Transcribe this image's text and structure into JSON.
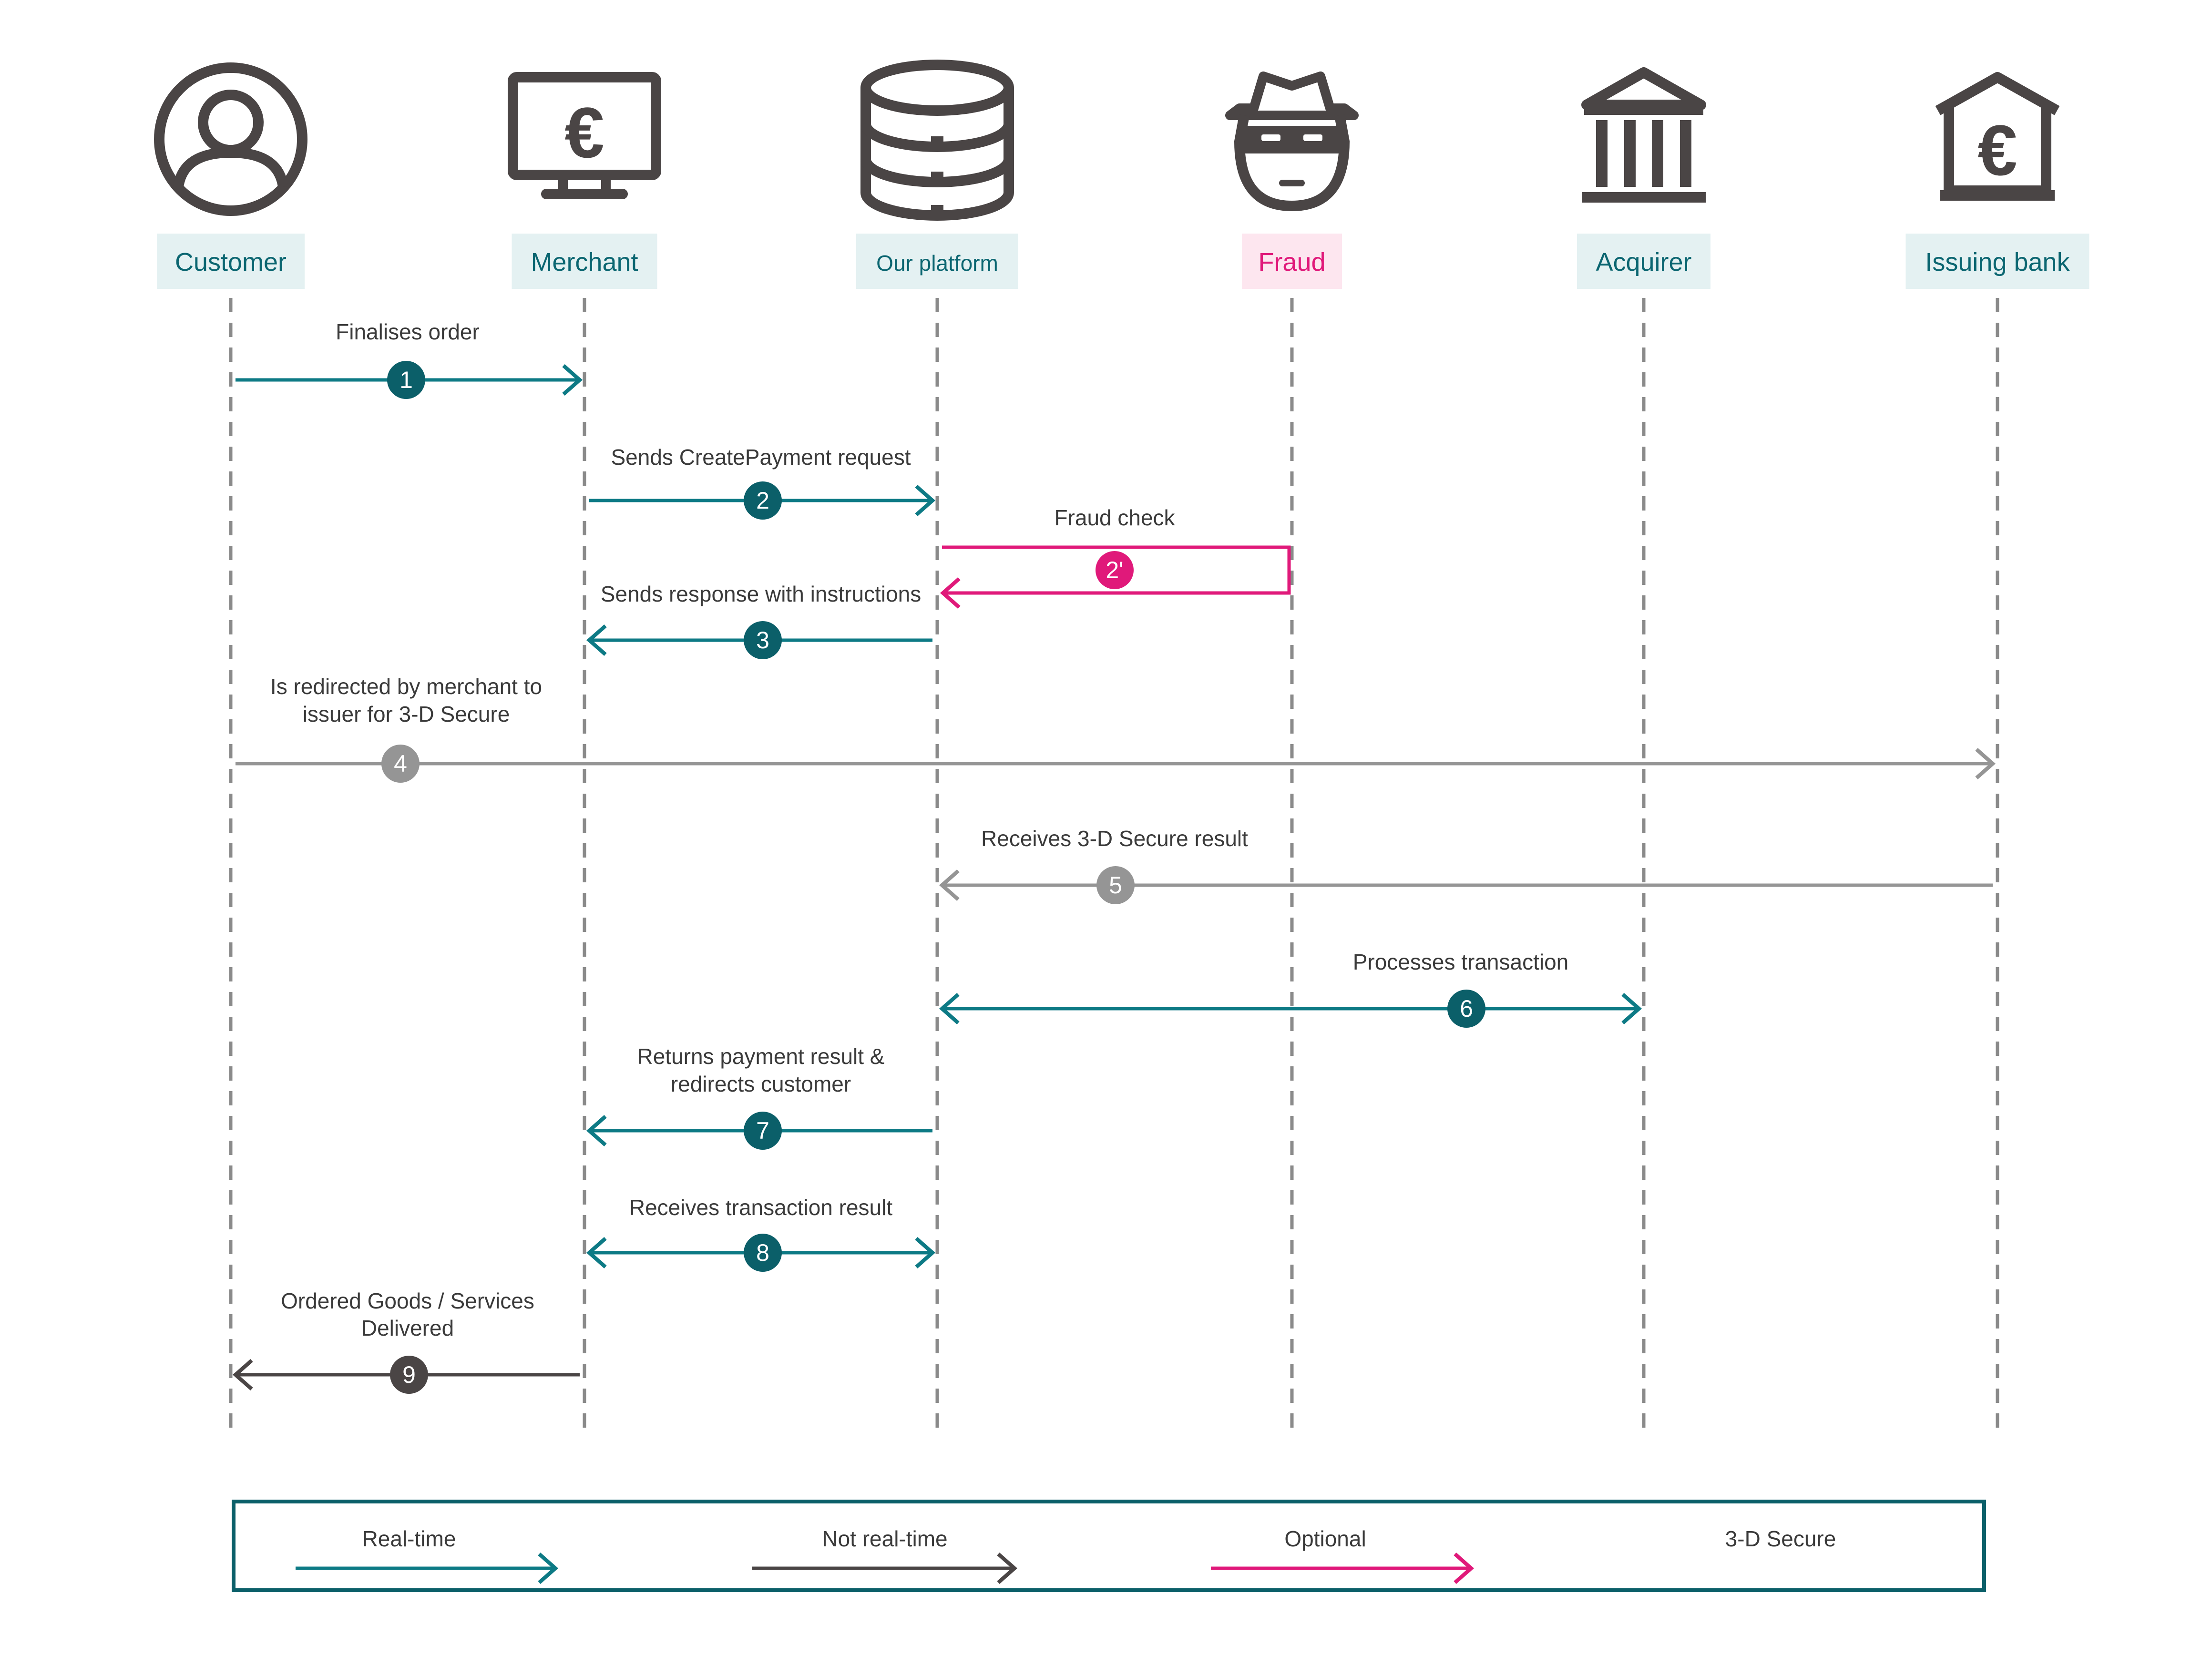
{
  "colors": {
    "realtime": "#0d7a85",
    "badge_dark_teal": "#0b5f69",
    "not_realtime": "#4a4545",
    "optional": "#e0197a",
    "secure3d": "#959595",
    "icon": "#4a4545",
    "label_bg": "#e4f1f2",
    "label_text": "#0b6671",
    "fraud_bg": "#fde6ef",
    "fraud_text": "#e0197a",
    "lifeline": "#8a8a8a",
    "message_text": "#3a3a3a"
  },
  "actors": [
    {
      "id": "customer",
      "label": "Customer",
      "icon": "user-icon"
    },
    {
      "id": "merchant",
      "label": "Merchant",
      "icon": "euro-monitor-icon"
    },
    {
      "id": "platform",
      "label": "Our platform",
      "icon": "database-icon"
    },
    {
      "id": "fraud",
      "label": "Fraud",
      "icon": "masked-bandit-icon"
    },
    {
      "id": "acquirer",
      "label": "Acquirer",
      "icon": "bank-columns-icon"
    },
    {
      "id": "issuer",
      "label": "Issuing bank",
      "icon": "euro-bank-icon"
    }
  ],
  "messages": [
    {
      "step": "1",
      "from": "customer",
      "to": "merchant",
      "text": [
        "Finalises order"
      ],
      "kind": "realtime"
    },
    {
      "step": "2",
      "from": "merchant",
      "to": "platform",
      "text": [
        "Sends CreatePayment request"
      ],
      "kind": "realtime"
    },
    {
      "step": "2'",
      "from": "platform",
      "to": "fraud",
      "text": [
        "Fraud check"
      ],
      "kind": "optional"
    },
    {
      "step": "3",
      "from": "platform",
      "to": "merchant",
      "text": [
        "Sends response with instructions"
      ],
      "kind": "realtime"
    },
    {
      "step": "4",
      "from": "customer",
      "to": "issuer",
      "text": [
        "Is redirected by merchant to",
        "issuer for 3-D Secure"
      ],
      "kind": "secure3d"
    },
    {
      "step": "5",
      "from": "issuer",
      "to": "platform",
      "text": [
        "Receives 3-D Secure  result"
      ],
      "kind": "secure3d"
    },
    {
      "step": "6",
      "from": "platform",
      "to": "acquirer",
      "text": [
        "Processes transaction"
      ],
      "kind": "realtime"
    },
    {
      "step": "7",
      "from": "platform",
      "to": "merchant",
      "text": [
        "Returns payment result &",
        "redirects customer"
      ],
      "kind": "realtime"
    },
    {
      "step": "8",
      "from": "merchant",
      "to": "platform",
      "text": [
        "Receives transaction  result"
      ],
      "kind": "realtime"
    },
    {
      "step": "9",
      "from": "merchant",
      "to": "customer",
      "text": [
        "Ordered Goods / Services",
        "Delivered"
      ],
      "kind": "not_realtime"
    }
  ],
  "legend": [
    {
      "label": "Real-time",
      "kind": "realtime"
    },
    {
      "label": "Not real-time",
      "kind": "not_realtime"
    },
    {
      "label": "Optional",
      "kind": "optional"
    },
    {
      "label": "3-D Secure",
      "kind": "secure3d"
    }
  ]
}
